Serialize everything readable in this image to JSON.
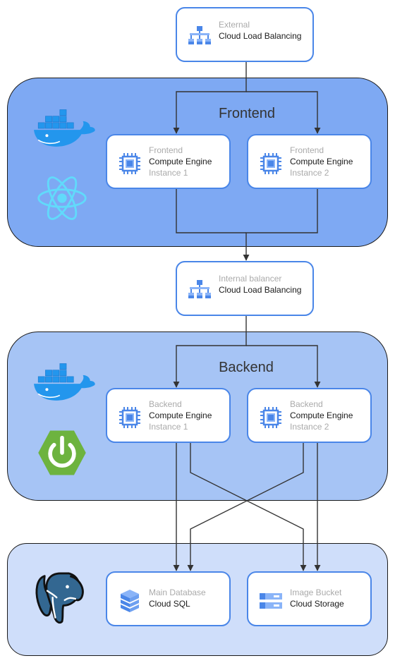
{
  "colors": {
    "frontend_fill": "#7ea9f3",
    "backend_fill": "#a6c4f5",
    "data_fill": "#cfdefa",
    "card_border": "#4a86e8",
    "icon_blue": "#4a86e8",
    "docker_blue": "#2396ed",
    "react_cyan": "#61dafb",
    "spring_green": "#6db33f",
    "postgres_blue": "#336791"
  },
  "external_lb": {
    "label": "External",
    "service": "Cloud Load Balancing",
    "icon": "load-balancer-icon"
  },
  "internal_lb": {
    "label": "Internal balancer",
    "service": "Cloud Load Balancing",
    "icon": "load-balancer-icon"
  },
  "frontend": {
    "title": "Frontend",
    "logos": [
      "docker-logo",
      "react-logo"
    ],
    "instances": [
      {
        "role": "Frontend",
        "service": "Compute Engine",
        "name": "Instance 1",
        "icon": "compute-engine-icon"
      },
      {
        "role": "Frontend",
        "service": "Compute Engine",
        "name": "Instance 2",
        "icon": "compute-engine-icon"
      }
    ]
  },
  "backend": {
    "title": "Backend",
    "logos": [
      "docker-logo",
      "spring-logo"
    ],
    "instances": [
      {
        "role": "Backend",
        "service": "Compute Engine",
        "name": "Instance 1",
        "icon": "compute-engine-icon"
      },
      {
        "role": "Backend",
        "service": "Compute Engine",
        "name": "Instance 2",
        "icon": "compute-engine-icon"
      }
    ]
  },
  "data": {
    "logos": [
      "postgresql-logo"
    ],
    "database": {
      "label": "Main Database",
      "service": "Cloud SQL",
      "icon": "cloud-sql-icon"
    },
    "storage": {
      "label": "Image Bucket",
      "service": "Cloud Storage",
      "icon": "cloud-storage-icon"
    }
  }
}
